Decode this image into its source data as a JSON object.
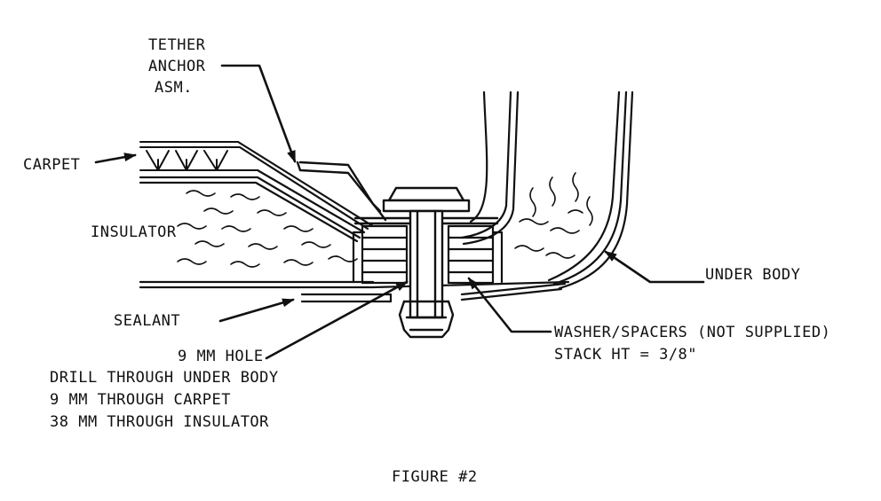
{
  "labels": {
    "tether_line1": "TETHER",
    "tether_line2": "ANCHOR",
    "tether_line3": "ASM.",
    "carpet": "CARPET",
    "insulator": "INSULATOR",
    "under_body": "UNDER BODY",
    "sealant": "SEALANT",
    "hole_line1": "9 MM HOLE",
    "hole_line2": "DRILL THROUGH UNDER BODY",
    "hole_line3": "9 MM THROUGH CARPET",
    "hole_line4": "38 MM THROUGH INSULATOR",
    "washer_line1": "WASHER/SPACERS (NOT SUPPLIED)",
    "washer_line2": "STACK HT = 3/8\"",
    "caption": "FIGURE #2"
  }
}
